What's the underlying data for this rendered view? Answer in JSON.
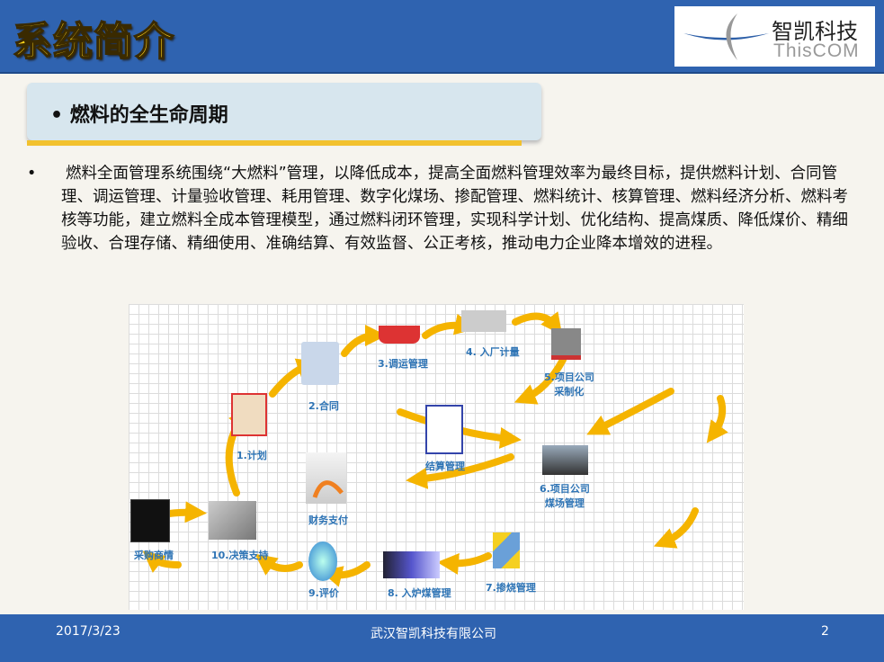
{
  "header": {
    "title": "系统简介",
    "logo_cn": "智凯科技",
    "logo_en": "ThisCOM"
  },
  "section": {
    "bullet": "•",
    "title": "燃料的全生命周期"
  },
  "paragraph": {
    "bullet": "•",
    "text": "燃料全面管理系统围绕“大燃料”管理，以降低成本，提高全面燃料管理效率为最终目标，提供燃料计划、合同管理、调运管理、计量验收管理、耗用管理、数字化煤场、掺配管理、燃料统计、核算管理、燃料经济分析、燃料考核等功能，建立燃料全成本管理模型，通过燃料闭环管理，实现科学计划、优化结构、提高煤质、降低煤价、精细验收、合理存储、精细使用、准确结算、有效监督、公正考核，推动电力企业降本增效的进程。"
  },
  "diagram": {
    "nodes": {
      "market": "采购商情",
      "decision": "10.决策支持",
      "plan": "1.计划",
      "contract": "2.合同",
      "transport": "3.调运管理",
      "metering": "4. 入厂计量",
      "sampling": "5.项目公司\n采制化",
      "settlement": "结算管理",
      "payment": "财务支付",
      "yard": "6.项目公司\n煤场管理",
      "blending": "7.掺烧管理",
      "furnace": "8. 入炉煤管理",
      "evaluation": "9.评价"
    },
    "arrow_color": "#f5b400"
  },
  "footer": {
    "date": "2017/3/23",
    "company": "武汉智凯科技有限公司",
    "page": "2"
  }
}
